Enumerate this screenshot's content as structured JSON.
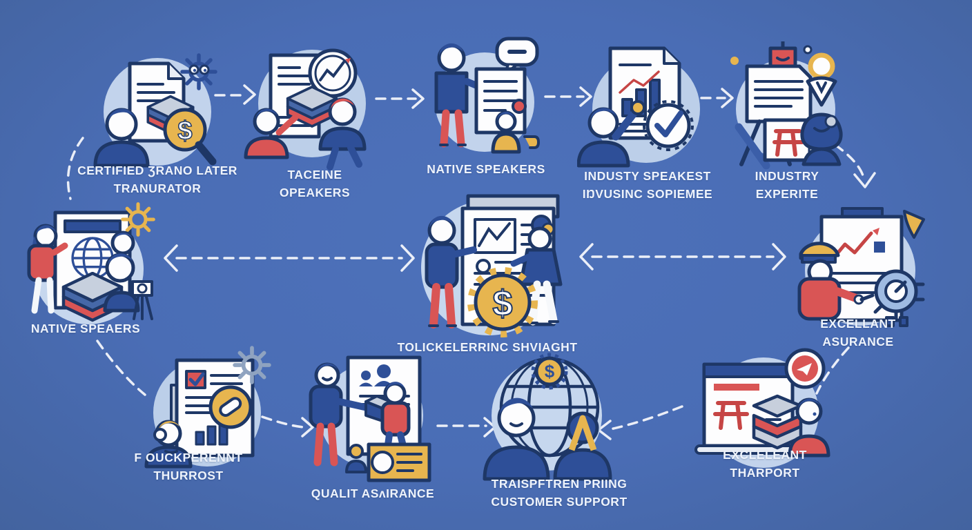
{
  "figure": {
    "kind": "infographic-flow-diagram",
    "background_color": "#4a6db5",
    "node_circle_color": "#c2d3ec",
    "label_color": "#eef3fb",
    "accent_colors": {
      "outline_navy": "#1e3766",
      "figure_navy": "#2e4f98",
      "red": "#d95555",
      "gold": "#e7b54f",
      "white": "#fdfdfe"
    }
  },
  "nodes": [
    {
      "id": "certified-translator",
      "icon": "translator-document-dollar-magnifier-icon",
      "label_line1": "CERTIFIED ƷRANO LATER",
      "label_line2": "TRANURATOR"
    },
    {
      "id": "taceine-opeakers",
      "icon": "team-carrying-stack-trend-chart-icon",
      "label_line1": "TACEINE",
      "label_line2": "OPEAKERS"
    },
    {
      "id": "native-speakers-top",
      "icon": "presenter-document-speech-bubble-icon",
      "label_line1": "NATIVE SPEAKERS",
      "label_line2": ""
    },
    {
      "id": "industy-speakest",
      "icon": "analyst-bar-chart-check-icon",
      "label_line1": "INDUSTY SPEAKEST",
      "label_line2": "IŊVUSINC SOPIEMEE"
    },
    {
      "id": "industry-experite",
      "icon": "easel-document-expert-icon",
      "label_line1": "INDUSTRY",
      "label_line2": "EXPERITE"
    },
    {
      "id": "native-speaers-mid",
      "icon": "globe-board-team-camera-icon",
      "label_line1": "NATIVE SPEAERS",
      "label_line2": ""
    },
    {
      "id": "tolickelerrinc-shviaght",
      "icon": "document-dollar-gear-couple-icon",
      "label_line1": "TOLICKELERRINC SHVIAGHT",
      "label_line2": ""
    },
    {
      "id": "excellant-asurance",
      "icon": "growth-report-gear-bell-icon",
      "label_line1": "EXCELLANT",
      "label_line2": "ASURANCE"
    },
    {
      "id": "f-ouckperennt",
      "icon": "checklist-gear-magnifier-agent-icon",
      "label_line1": "F OUCKPERENNT",
      "label_line2": "THURROST"
    },
    {
      "id": "qualit-asirance",
      "icon": "handover-document-certificate-icon",
      "label_line1": "QUALIT ASʌIRANCE",
      "label_line2": ""
    },
    {
      "id": "traispftren-priing",
      "icon": "globe-coin-support-team-icon",
      "label_line1": "TRAISPFTREN PRIING",
      "label_line2": "CUSTOMER SUPPORT"
    },
    {
      "id": "excleleant-tharport",
      "icon": "browser-stack-approval-bubble-icon",
      "label_line1": "EXCLELEANT",
      "label_line2": "THARPORT"
    }
  ],
  "connectors": [
    {
      "from": "certified-translator",
      "to": "taceine-opeakers",
      "style": "dashed-arrow-right"
    },
    {
      "from": "taceine-opeakers",
      "to": "native-speakers-top",
      "style": "dashed-arrow-right"
    },
    {
      "from": "native-speakers-top",
      "to": "industy-speakest",
      "style": "dashed-arrow-right"
    },
    {
      "from": "industy-speakest",
      "to": "industry-experite",
      "style": "dashed-arrow-right"
    },
    {
      "from": "industry-experite",
      "to": "excellant-asurance",
      "style": "dashed-curve-arrow-down"
    },
    {
      "from": "native-speaers-mid",
      "to": "tolickelerrinc-shviaght",
      "style": "dashed-double-arrow"
    },
    {
      "from": "tolickelerrinc-shviaght",
      "to": "excellant-asurance",
      "style": "dashed-double-arrow"
    },
    {
      "from": "certified-translator",
      "to": "native-speaers-mid",
      "style": "dashed-curve"
    },
    {
      "from": "native-speaers-mid",
      "to": "f-ouckperennt",
      "style": "dashed-curve"
    },
    {
      "from": "f-ouckperennt",
      "to": "qualit-asirance",
      "style": "dashed-arrow-right"
    },
    {
      "from": "qualit-asirance",
      "to": "traispftren-priing",
      "style": "dashed-arrow-right"
    },
    {
      "from": "excleleant-tharport",
      "to": "traispftren-priing",
      "style": "dashed-arrow-left"
    },
    {
      "from": "excellant-asurance",
      "to": "excleleant-tharport",
      "style": "dashed-curve"
    }
  ]
}
